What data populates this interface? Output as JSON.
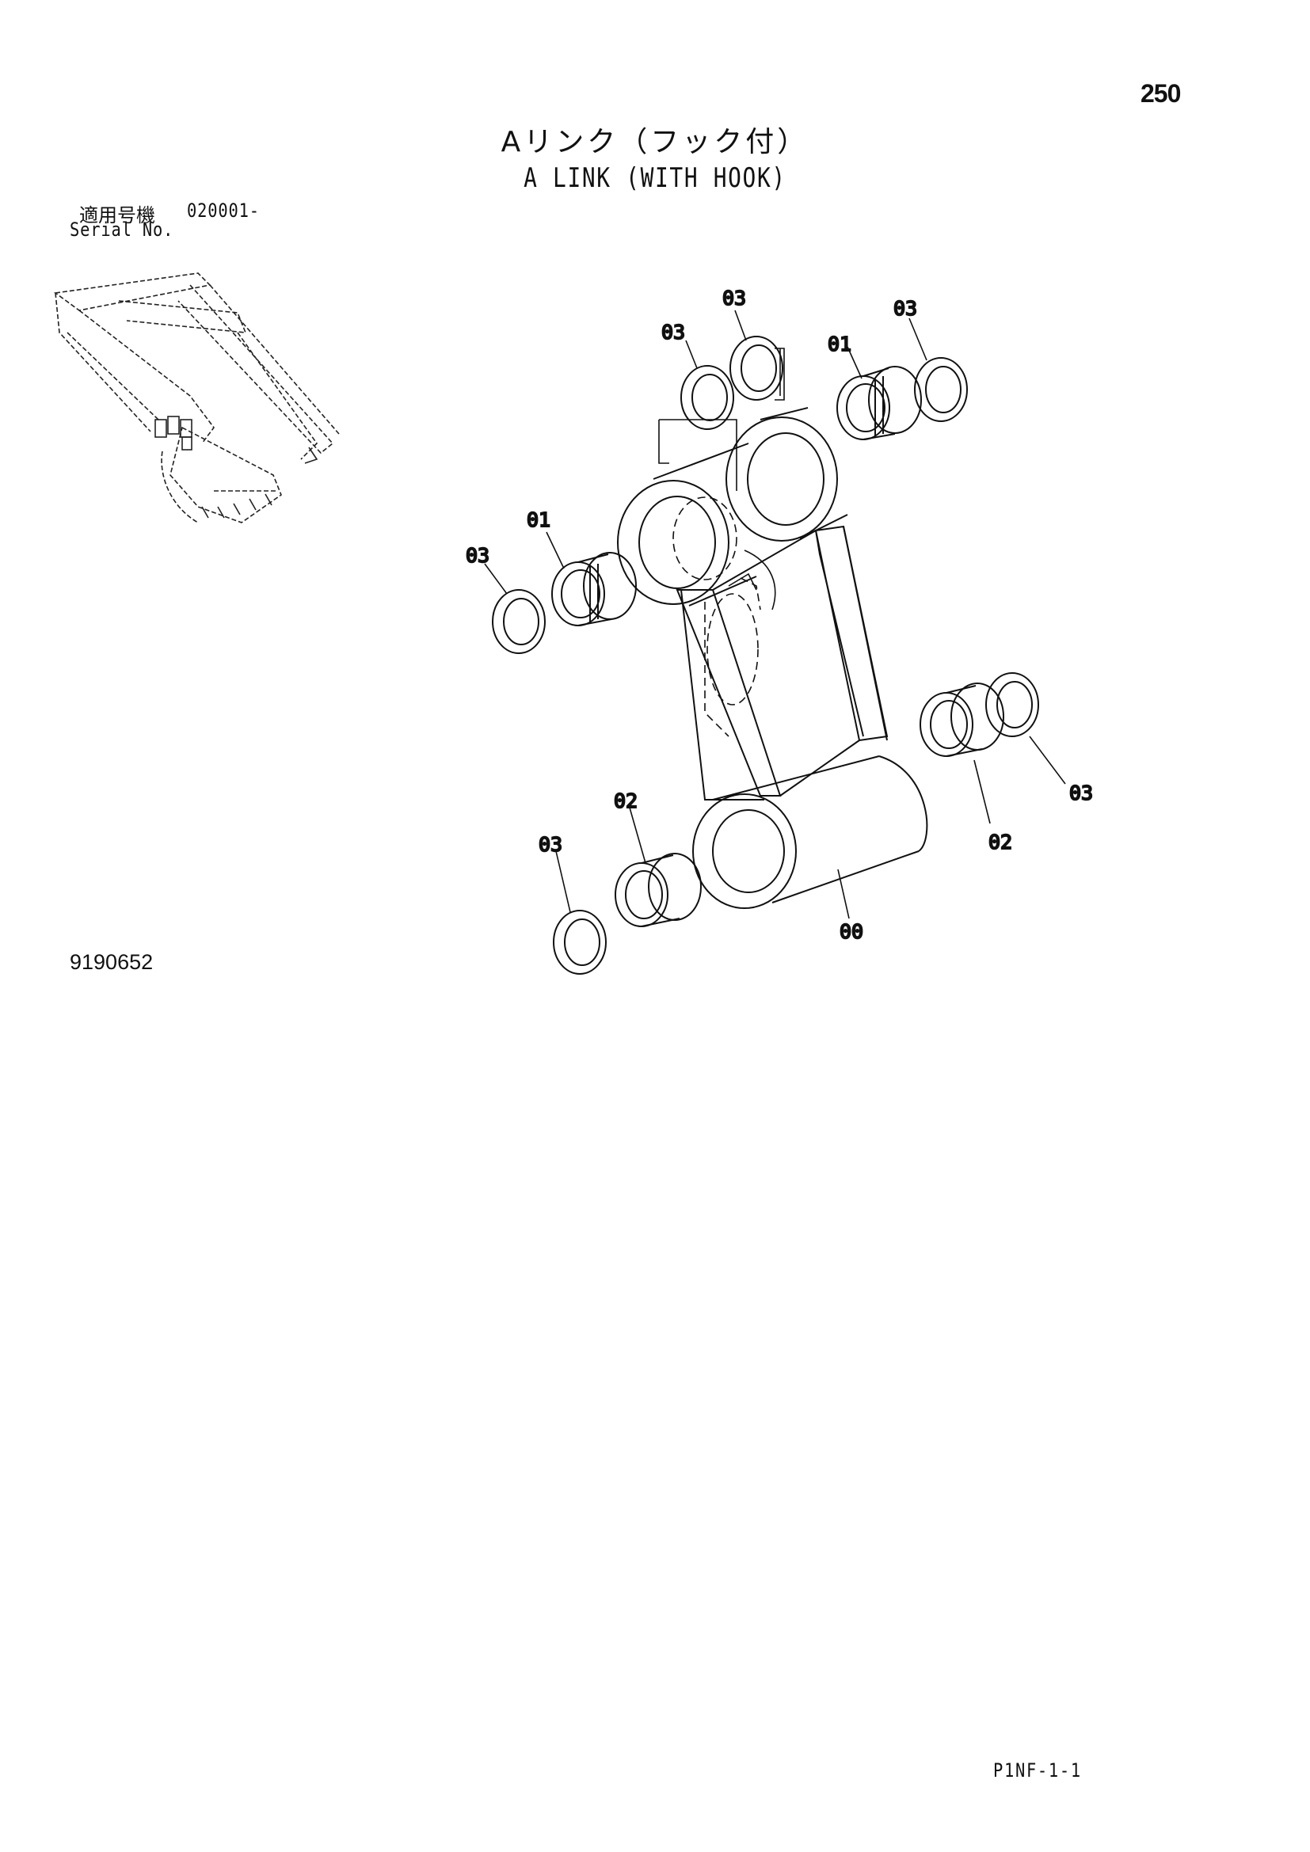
{
  "page": {
    "number": "250",
    "title_ja": "Aリンク（フック付）",
    "title_en": "A LINK (WITH HOOK)",
    "serial_label_ja": "適用号機",
    "serial_value": "020001-",
    "serial_label_en": "Serial No.",
    "drawing_number": "9190652",
    "footer_code": "P1NF-1-1"
  },
  "callouts": [
    {
      "id": "c03-top-mid",
      "text": "03"
    },
    {
      "id": "c03-top-left",
      "text": "03"
    },
    {
      "id": "c01-top",
      "text": "01"
    },
    {
      "id": "c03-top-right",
      "text": "03"
    },
    {
      "id": "c01-left",
      "text": "01"
    },
    {
      "id": "c03-left",
      "text": "03"
    },
    {
      "id": "c02-bottom-left",
      "text": "02"
    },
    {
      "id": "c03-bottom-left",
      "text": "03"
    },
    {
      "id": "c00",
      "text": "00"
    },
    {
      "id": "c02-bottom-right",
      "text": "02"
    },
    {
      "id": "c03-bottom-right",
      "text": "03"
    }
  ],
  "icons": {
    "excavator_thumbnail": "excavator-arm-thumbnail-icon",
    "link_assembly": "a-link-exploded-view"
  }
}
